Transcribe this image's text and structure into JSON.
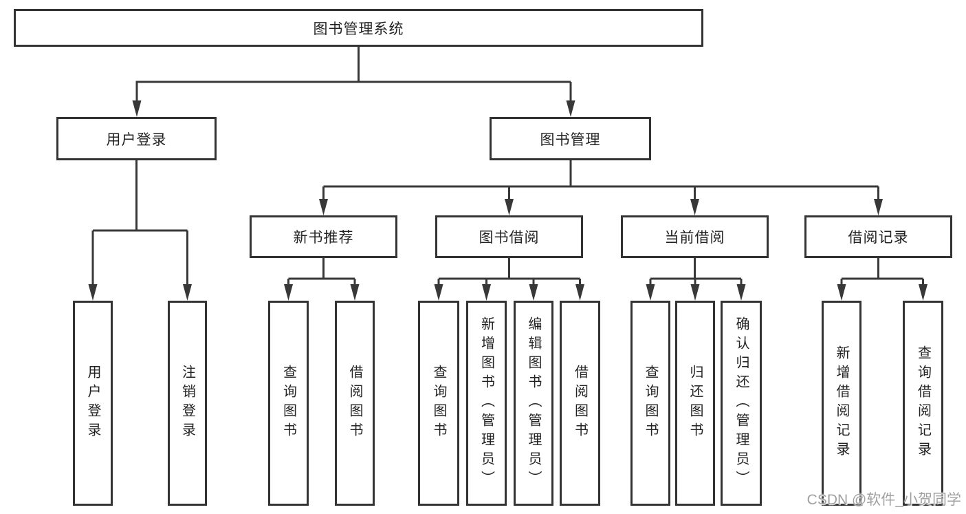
{
  "tree": {
    "root": "图书管理系统",
    "children": [
      {
        "label": "用户登录",
        "leaves": [
          "用户登录",
          "注销登录"
        ]
      },
      {
        "label": "图书管理",
        "children": [
          {
            "label": "新书推荐",
            "leaves": [
              "查询图书",
              "借阅图书"
            ]
          },
          {
            "label": "图书借阅",
            "leaves": [
              "查询图书",
              "新增图书（管理员）",
              "编辑图书（管理员）",
              "借阅图书"
            ]
          },
          {
            "label": "当前借阅",
            "leaves": [
              "查询图书",
              "归还图书",
              "确认归还（管理员）"
            ]
          },
          {
            "label": "借阅记录",
            "leaves": [
              "新增借阅记录",
              "查询借阅记录"
            ]
          }
        ]
      }
    ]
  },
  "watermark": {
    "text": "CSDN @软件_小贺同学"
  },
  "colors": {
    "box_border": "#333333",
    "connector_line": "#383838",
    "text": "#232323",
    "watermark": "#a0a0a0",
    "background": "#ffffff"
  }
}
